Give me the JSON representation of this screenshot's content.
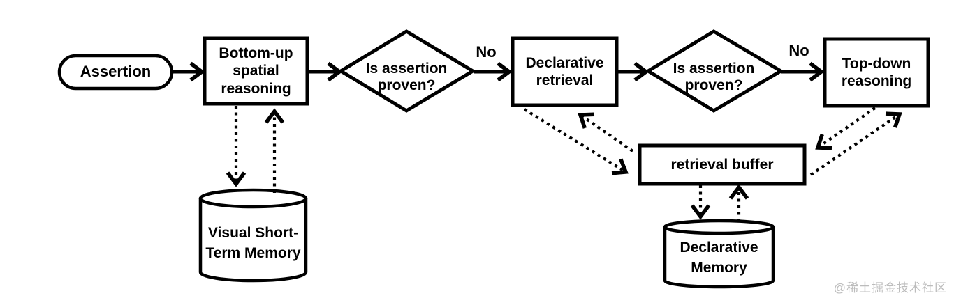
{
  "diagram": {
    "type": "flowchart",
    "nodes": {
      "assertion": {
        "label": "Assertion",
        "shape": "terminator"
      },
      "bottom_up_spatial_reasoning": {
        "label": "Bottom-up spatial reasoning",
        "shape": "process"
      },
      "decision_1": {
        "label": "Is assertion proven?",
        "shape": "decision"
      },
      "declarative_retrieval": {
        "label": "Declarative retrieval",
        "shape": "process"
      },
      "decision_2": {
        "label": "Is assertion proven?",
        "shape": "decision"
      },
      "top_down_reasoning": {
        "label": "Top-down reasoning",
        "shape": "process"
      },
      "visual_short_term_memory": {
        "label": "Visual Short-Term Memory",
        "shape": "datastore-cylinder"
      },
      "retrieval_buffer": {
        "label": "retrieval buffer",
        "shape": "process"
      },
      "declarative_memory": {
        "label": "Declarative Memory",
        "shape": "datastore-cylinder"
      }
    },
    "edges": [
      {
        "from": "assertion",
        "to": "bottom_up_spatial_reasoning",
        "style": "solid-arrow",
        "label": ""
      },
      {
        "from": "bottom_up_spatial_reasoning",
        "to": "decision_1",
        "style": "solid-arrow",
        "label": ""
      },
      {
        "from": "decision_1",
        "to": "declarative_retrieval",
        "style": "solid-arrow",
        "label": "No"
      },
      {
        "from": "declarative_retrieval",
        "to": "decision_2",
        "style": "solid-arrow",
        "label": ""
      },
      {
        "from": "decision_2",
        "to": "top_down_reasoning",
        "style": "solid-arrow",
        "label": "No"
      },
      {
        "from": "bottom_up_spatial_reasoning",
        "to": "visual_short_term_memory",
        "style": "dotted-arrow",
        "label": ""
      },
      {
        "from": "visual_short_term_memory",
        "to": "bottom_up_spatial_reasoning",
        "style": "dotted-arrow",
        "label": ""
      },
      {
        "from": "declarative_retrieval",
        "to": "retrieval_buffer",
        "style": "dotted-arrow",
        "label": ""
      },
      {
        "from": "retrieval_buffer",
        "to": "declarative_retrieval",
        "style": "dotted-arrow",
        "label": ""
      },
      {
        "from": "top_down_reasoning",
        "to": "retrieval_buffer",
        "style": "dotted-arrow",
        "label": ""
      },
      {
        "from": "retrieval_buffer",
        "to": "top_down_reasoning",
        "style": "dotted-arrow",
        "label": ""
      },
      {
        "from": "retrieval_buffer",
        "to": "declarative_memory",
        "style": "dotted-arrow",
        "label": ""
      },
      {
        "from": "declarative_memory",
        "to": "retrieval_buffer",
        "style": "dotted-arrow",
        "label": ""
      }
    ],
    "colors": {
      "stroke": "#000000",
      "fill": "#ffffff",
      "watermark": "#bcbcbc"
    },
    "watermark": "@稀土掘金技术社区"
  }
}
